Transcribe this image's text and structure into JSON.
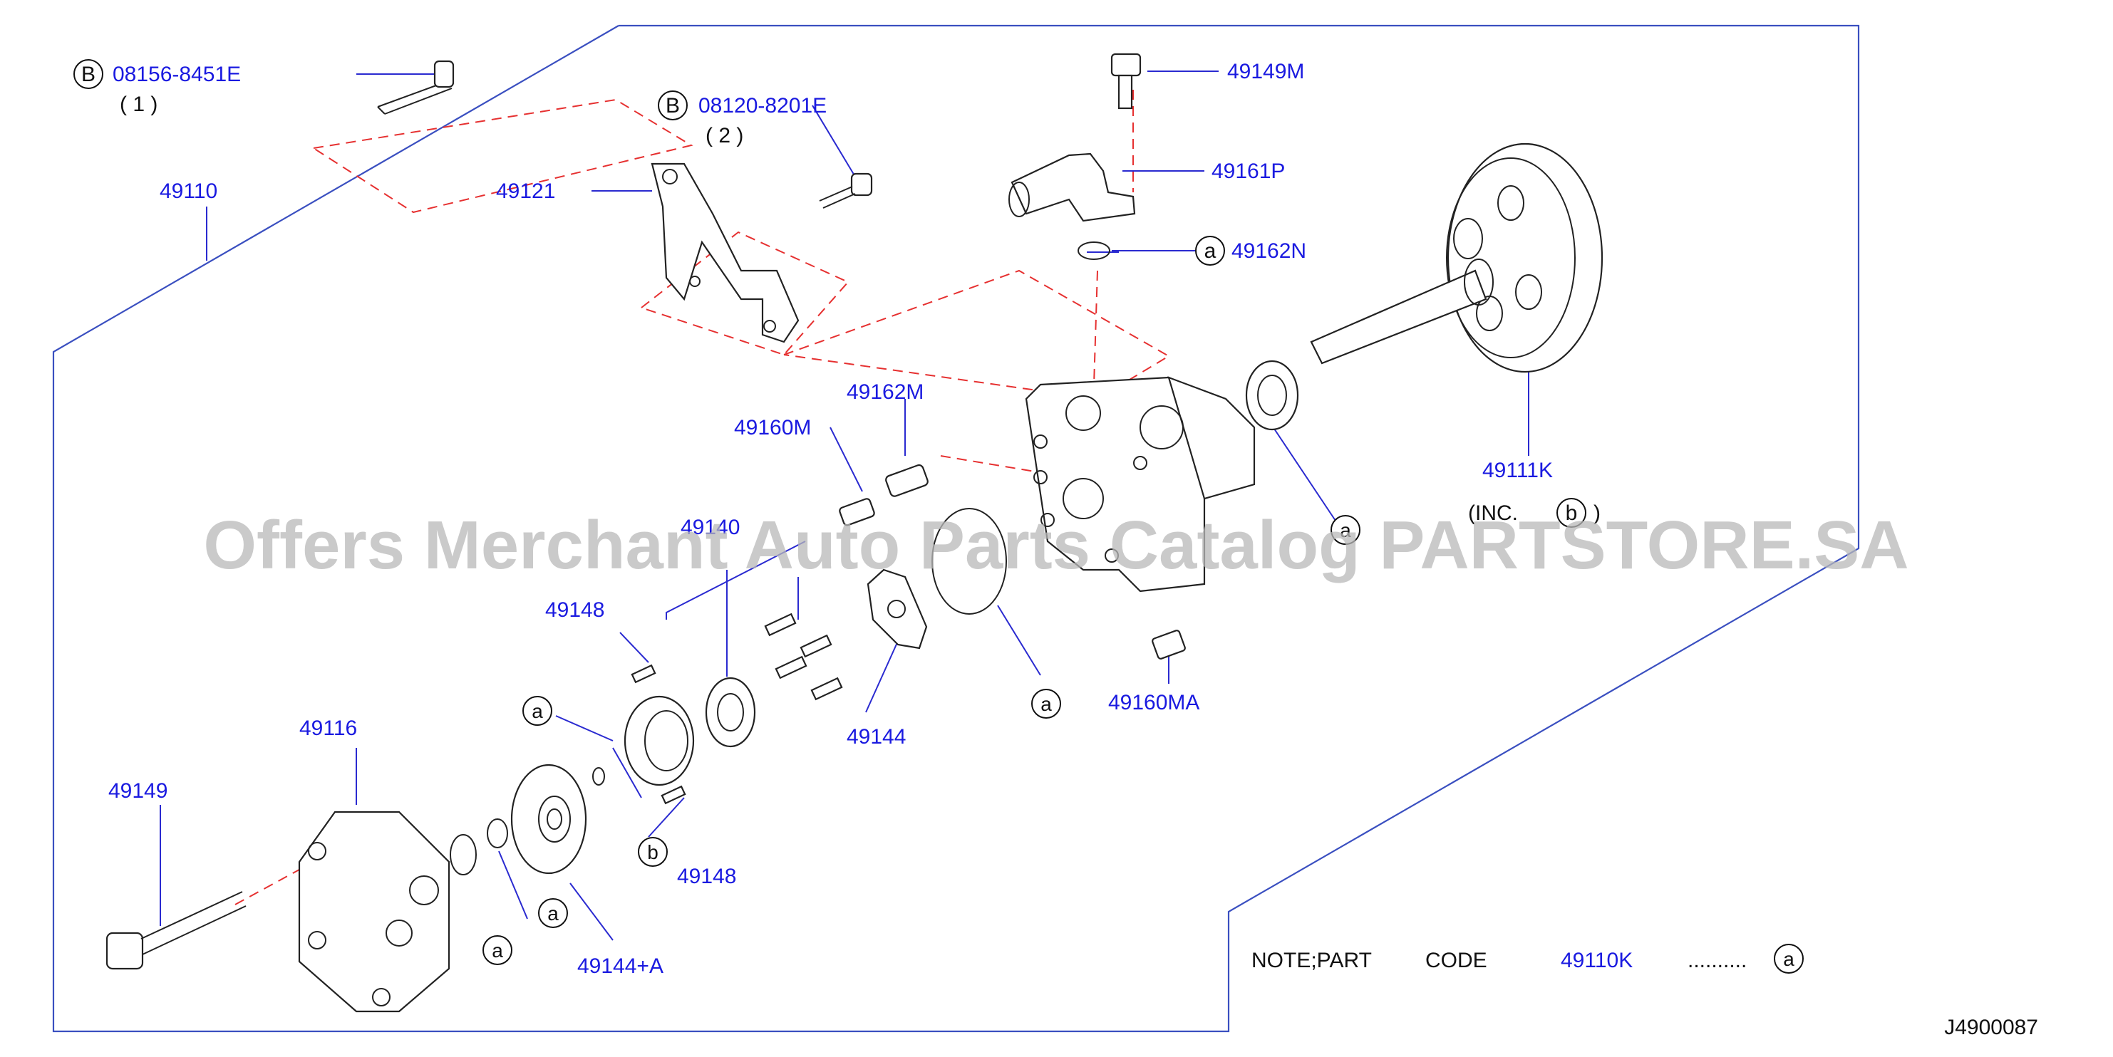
{
  "callouts": [
    {
      "id": "08156-8451E",
      "label": "08156-8451E",
      "badge": "B",
      "qty": "( 1 )"
    },
    {
      "id": "08120-8201E",
      "label": "08120-8201E",
      "badge": "B",
      "qty": "( 2 )"
    },
    {
      "id": "49149M",
      "label": "49149M"
    },
    {
      "id": "49161P",
      "label": "49161P"
    },
    {
      "id": "49162N",
      "label": "49162N",
      "badge": "a"
    },
    {
      "id": "49110",
      "label": "49110"
    },
    {
      "id": "49121",
      "label": "49121"
    },
    {
      "id": "49111K",
      "label": "49111K",
      "note": "(INC.",
      "badge": "b",
      "note_end": ")"
    },
    {
      "id": "49162M",
      "label": "49162M"
    },
    {
      "id": "49160M",
      "label": "49160M"
    },
    {
      "id": "49140",
      "label": "49140"
    },
    {
      "id": "49148-upper",
      "label": "49148"
    },
    {
      "id": "49148-lower",
      "label": "49148"
    },
    {
      "id": "49144",
      "label": "49144"
    },
    {
      "id": "49160MA",
      "label": "49160MA"
    },
    {
      "id": "49116",
      "label": "49116"
    },
    {
      "id": "49149",
      "label": "49149"
    },
    {
      "id": "49144+A",
      "label": "49144+A"
    }
  ],
  "ref_markers": [
    "a",
    "a",
    "a",
    "a",
    "b",
    "a",
    "a"
  ],
  "note": {
    "prefix": "NOTE;PART",
    "word": "CODE",
    "part": "49110K",
    "dots": "..........",
    "badge": "a"
  },
  "diagram_code": "J4900087",
  "watermark": "Offers Merchant Auto Parts Catalog PARTSTORE.SA",
  "colors": {
    "part_number": "#1a1ae0",
    "frame": "#3a4fc0",
    "dashed_guides": "#e63030",
    "line_art": "#222222",
    "watermark": "#b8b8b8"
  }
}
